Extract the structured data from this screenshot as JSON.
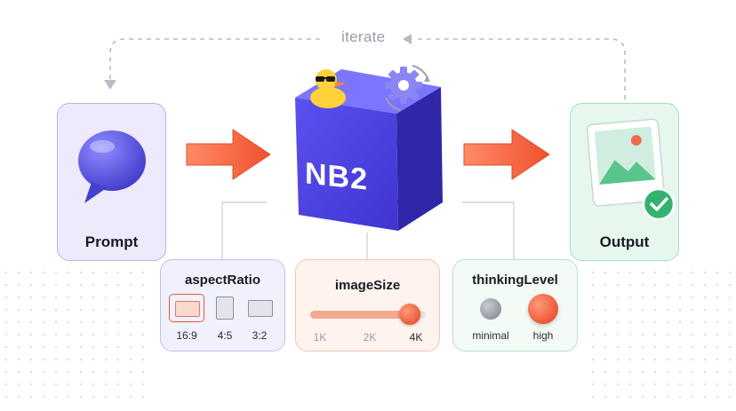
{
  "loop_label": "iterate",
  "center_label": "NB2",
  "prompt": {
    "label": "Prompt"
  },
  "output": {
    "label": "Output"
  },
  "aspect": {
    "title": "aspectRatio",
    "options": [
      "16:9",
      "4:5",
      "3:2"
    ],
    "selected": "16:9"
  },
  "image_size": {
    "title": "imageSize",
    "options": [
      "1K",
      "2K",
      "4K"
    ],
    "selected": "4K"
  },
  "thinking": {
    "title": "thinkingLevel",
    "options": [
      "minimal",
      "high"
    ],
    "selected": "high"
  }
}
